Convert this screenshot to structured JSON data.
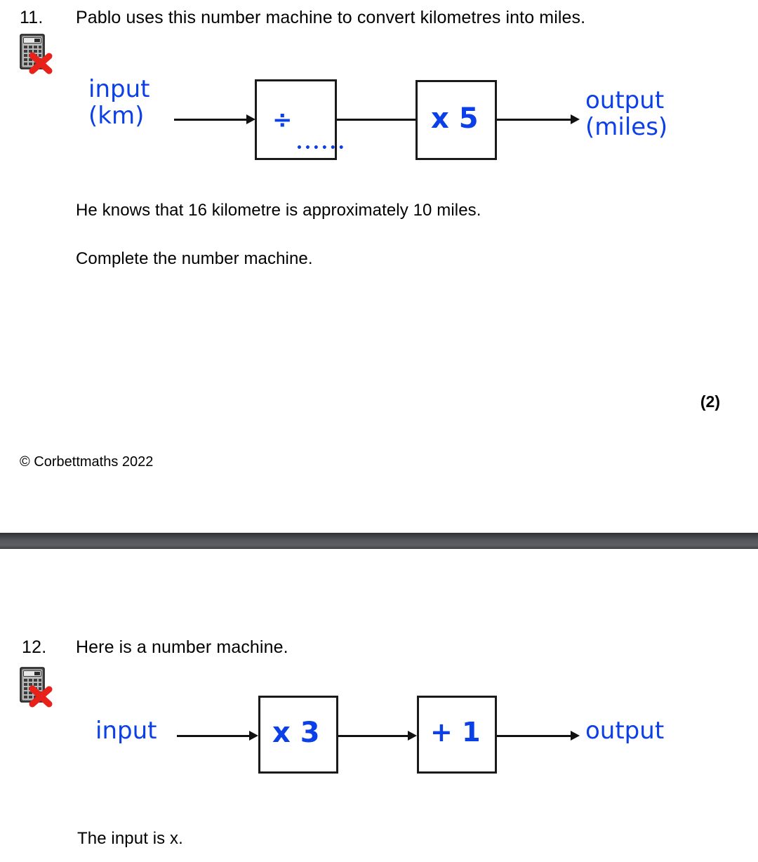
{
  "document": {
    "title": "Corbettmaths Number Machines worksheet",
    "ink_blue": "#0b3fe8",
    "ink_black": "#111111",
    "divider_color": "#53575b"
  },
  "question11": {
    "number": "11.",
    "prompt": "Pablo uses this number machine to convert kilometres into miles.",
    "calculator_icon": "calculator-not-allowed-icon",
    "machine": {
      "input_label_line1": "input",
      "input_label_line2": "(km)",
      "box1_operation": "÷",
      "box1_blank": "••••••",
      "box2_operation": "x 5",
      "output_label_line1": "output",
      "output_label_line2": "(miles)"
    },
    "fact_line": "He knows that 16 kilometre is approximately 10 miles.",
    "instruction_line": "Complete the number machine.",
    "marks": "(2)"
  },
  "footer": {
    "copyright": "© Corbettmaths 2022"
  },
  "question12": {
    "number": "12.",
    "prompt": "Here is a number machine.",
    "calculator_icon": "calculator-not-allowed-icon",
    "machine": {
      "input_label": "input",
      "box1_operation": "x 3",
      "box2_operation": "+ 1",
      "output_label": "output"
    },
    "fact_line": "The input is x."
  }
}
